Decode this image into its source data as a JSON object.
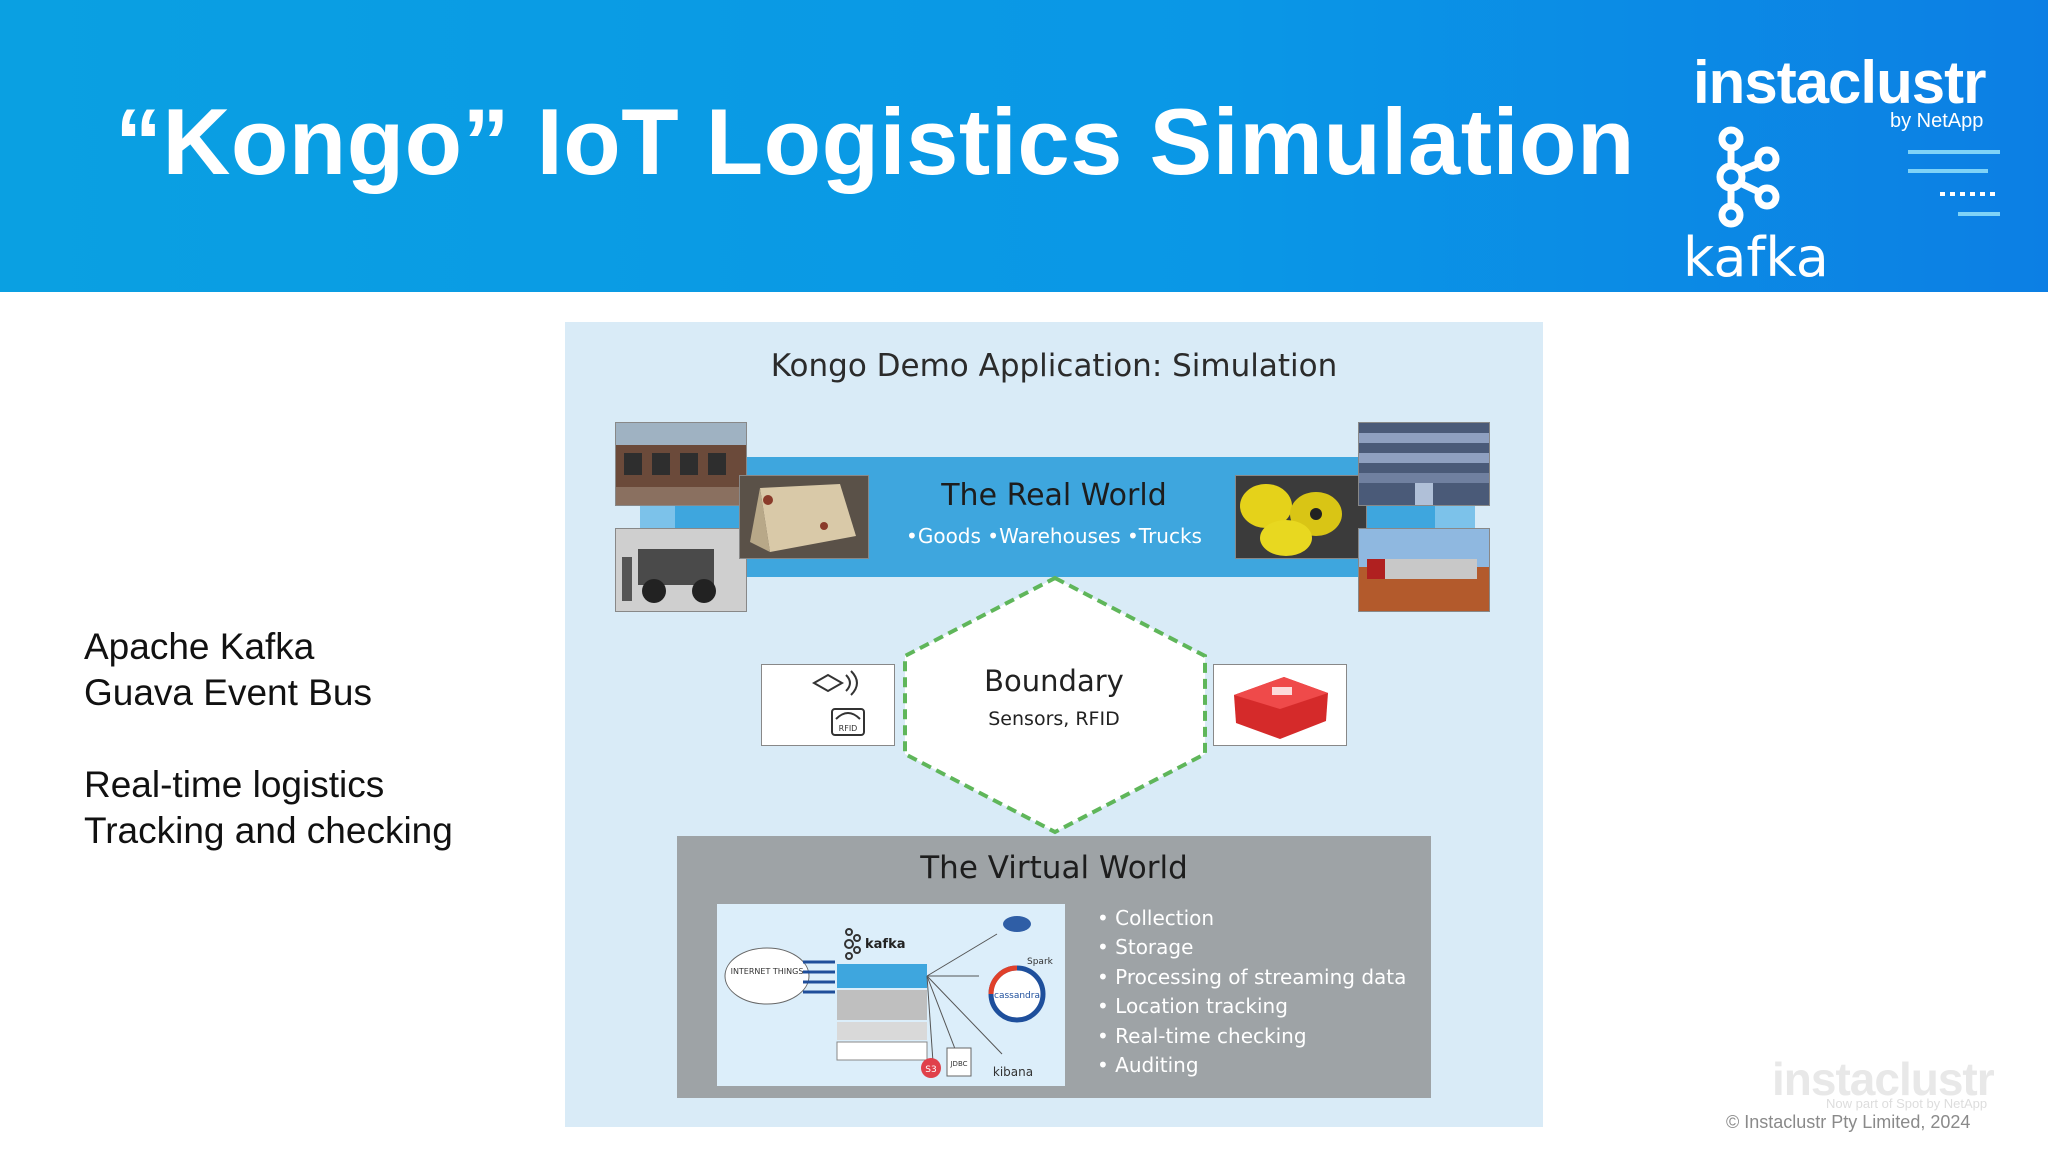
{
  "slide": {
    "title": "“Kongo” IoT Logistics Simulation",
    "brand": "instaclustr",
    "brand_sub": "by NetApp",
    "kafka_label": "kafka",
    "bullets": [
      "Apache Kafka",
      "Guava Event Bus",
      "",
      "Real-time logistics",
      "Tracking and checking"
    ],
    "footer_brand": "instaclustr",
    "footer_sub": "Now part of Spot by NetApp",
    "copyright": "© Instaclustr Pty Limited, 2024"
  },
  "diagram": {
    "title": "Kongo Demo Application: Simulation",
    "real_world": {
      "title": "The Real World",
      "items": "•Goods •Warehouses •Trucks"
    },
    "boundary": {
      "title": "Boundary",
      "subtitle": "Sensors, RFID",
      "rfid_label": "RFID"
    },
    "virtual_world": {
      "title": "The Virtual World",
      "kafka_label": "kafka",
      "iot_label": "INTERNET THINGS",
      "s3_label": "S3",
      "jdbc_label": "JDBC",
      "kibana_label": "kibana",
      "spark_label": "Spark",
      "cassandra_label": "cassandra",
      "items": [
        "Collection",
        "Storage",
        "Processing of streaming data",
        "Location tracking",
        "Real-time checking",
        "Auditing"
      ]
    }
  },
  "colors": {
    "header": "#0aa0e2",
    "diagram_bg": "#d9ebf7",
    "real_band": "#3ea6de",
    "virtual_bg": "#9ea3a6",
    "boundary_dash": "#5fb65a"
  }
}
